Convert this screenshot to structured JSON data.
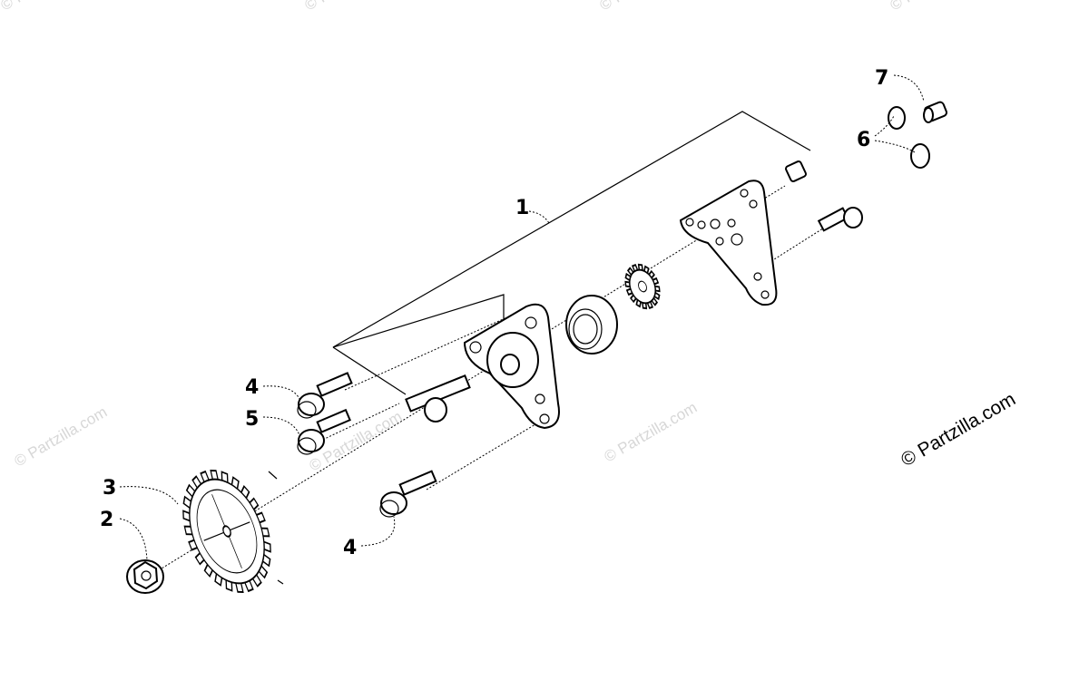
{
  "watermark": {
    "text": "© Partzilla.com"
  },
  "brand": {
    "text": "© Partzilla.com"
  },
  "callouts": [
    "1",
    "2",
    "3",
    "4",
    "5",
    "4",
    "6",
    "7"
  ],
  "colors": {
    "line": "#000000",
    "background": "#ffffff",
    "watermark": "#d7d7d7"
  }
}
